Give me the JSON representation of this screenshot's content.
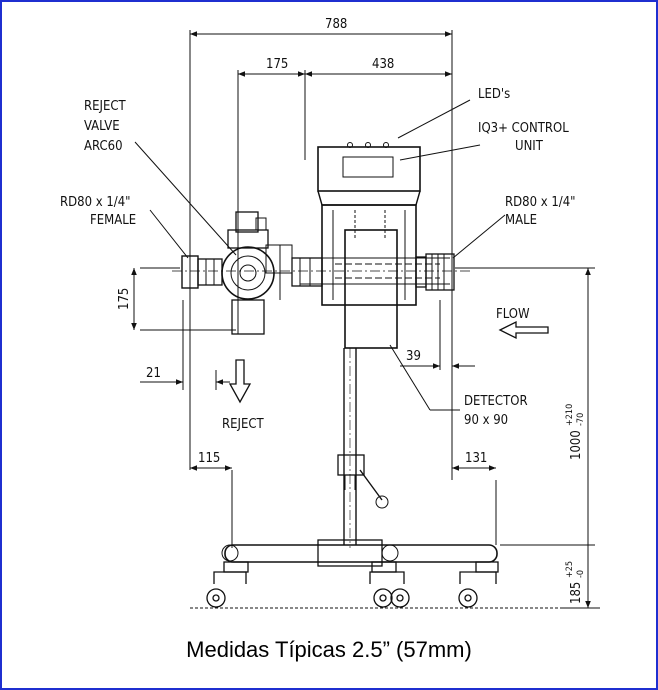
{
  "colors": {
    "frame": "#1f2fd0",
    "ink": "#111111",
    "background": "#ffffff"
  },
  "icons": {
    "flow_arrow": "left-arrow-icon",
    "reject_arrow": "down-arrow-icon"
  },
  "labels": {
    "leds": "LED's",
    "control_unit_line1": "IQ3+ CONTROL",
    "control_unit_line2": "UNIT",
    "reject_valve_line1": "REJECT",
    "reject_valve_line2": "VALVE",
    "reject_valve_line3": "ARC60",
    "inlet_line1": "RD80 x 1/4\"",
    "inlet_line2": "FEMALE",
    "outlet_line1": "RD80 x 1/4\"",
    "outlet_line2": "MALE",
    "flow": "FLOW",
    "reject": "REJECT",
    "detector_line1": "DETECTOR",
    "detector_line2": "90 x 90"
  },
  "dimensions": {
    "overall_width": "788",
    "valve_offset": "175",
    "head_width": "438",
    "pipe_height": "175",
    "valve_gap": "21",
    "outlet_gap": "39",
    "left_leg": "115",
    "right_leg": "131",
    "height_main": "1000",
    "height_main_tol_plus": "+210",
    "height_main_tol_minus": "-70",
    "base_height": "185",
    "base_tol_plus": "+25",
    "base_tol_minus": "-0"
  },
  "caption": "Medidas Típicas 2.5” (57mm)"
}
